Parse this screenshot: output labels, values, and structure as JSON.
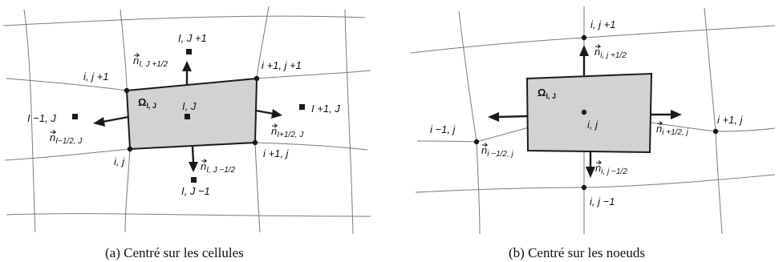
{
  "panel_a": {
    "omega": "Ω",
    "omega_sub": "I, J",
    "centre": "I, J",
    "top_cell": "I, J +1",
    "left_cell": "I −1, J",
    "right_cell": "I +1, J",
    "bottom_cell": "I, J −1",
    "node_tl": "i, j +1",
    "node_tr": "i +1, j +1",
    "node_bl": "i, j",
    "node_br": "i +1, j",
    "n_top": "I, J +1/2",
    "n_left": "I−1/2, J",
    "n_right": "I+1/2, J",
    "n_bottom": "I, J −1/2",
    "n_symbol": "n",
    "caption": "(a) Centré sur les cellules"
  },
  "panel_b": {
    "omega": "Ω",
    "omega_sub": "I, J",
    "centre": "i, j",
    "top": "i, j +1",
    "bottom": "i, j −1",
    "left": "i −1, j",
    "right": "i +1, j",
    "n_top": "i, j +1/2",
    "n_bottom": "i, j −1/2",
    "n_left": "i −1/2, j",
    "n_right": "i +1/2, j",
    "n_symbol": "n",
    "caption": "(b) Centré sur les noeuds"
  }
}
